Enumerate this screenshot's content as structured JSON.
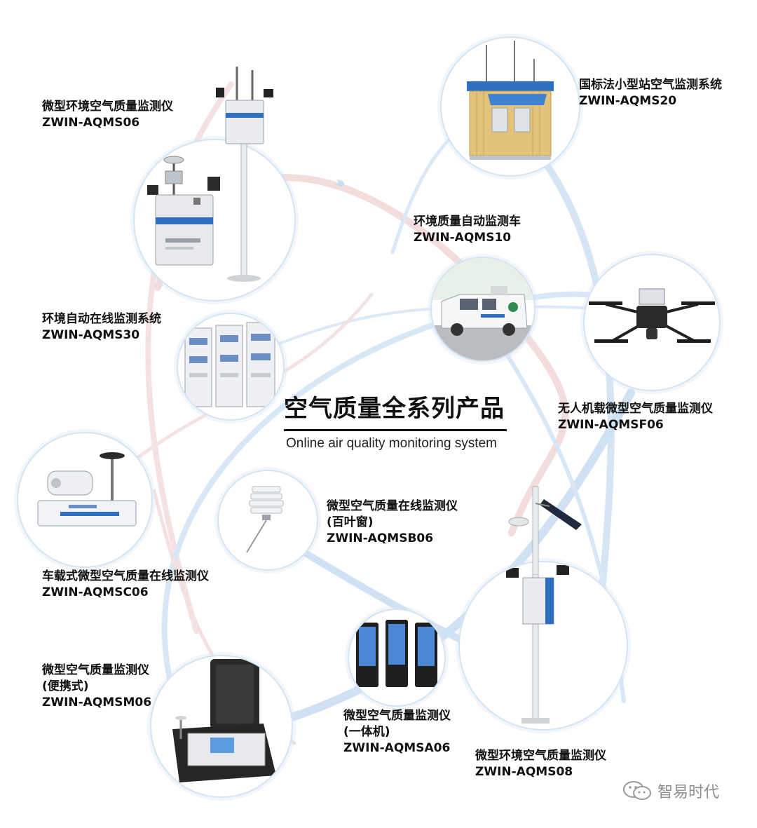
{
  "center": {
    "title": "空气质量全系列产品",
    "subtitle": "Online air quality monitoring system"
  },
  "products": [
    {
      "id": "aqms06",
      "name": "微型环境空气质量监测仪",
      "model": "ZWIN-AQMS06",
      "icon": "mini-station-pole-icon"
    },
    {
      "id": "aqms20",
      "name": "国标法小型站空气监测系统",
      "model": "ZWIN-AQMS20",
      "icon": "monitoring-cabin-icon"
    },
    {
      "id": "aqms10",
      "name": "环境质量自动监测车",
      "model": "ZWIN-AQMS10",
      "icon": "monitoring-van-icon"
    },
    {
      "id": "aqms30",
      "name": "环境自动在线监测系统",
      "model": "ZWIN-AQMS30",
      "icon": "server-cabinet-icon"
    },
    {
      "id": "aqmsf06",
      "name": "无人机载微型空气质量监测仪",
      "model": "ZWIN-AQMSF06",
      "icon": "drone-icon"
    },
    {
      "id": "aqmsb06",
      "name": "微型空气质量在线监测仪",
      "sub": "(百叶窗)",
      "model": "ZWIN-AQMSB06",
      "icon": "louver-shelter-icon"
    },
    {
      "id": "aqmsc06",
      "name": "车载式微型空气质量在线监测仪",
      "model": "ZWIN-AQMSC06",
      "icon": "vehicle-mounted-monitor-icon"
    },
    {
      "id": "aqmsm06",
      "name": "微型空气质量监测仪",
      "sub": "(便携式)",
      "model": "ZWIN-AQMSM06",
      "icon": "portable-case-icon"
    },
    {
      "id": "aqmsa06",
      "name": "微型空气质量监测仪",
      "sub": "(一体机)",
      "model": "ZWIN-AQMSA06",
      "icon": "kiosk-display-icon"
    },
    {
      "id": "aqms08",
      "name": "微型环境空气质量监测仪",
      "model": "ZWIN-AQMS08",
      "icon": "solar-pole-station-icon"
    }
  ],
  "watermark": {
    "text": "智易时代",
    "icon": "wechat-icon"
  },
  "colors": {
    "orbit_blue": "#cfe1f2",
    "orbit_pink": "#f2dcdc",
    "node_border": "#d4e4f3",
    "device_gray": "#d9dde2",
    "device_blue": "#2f6fc0",
    "cabin_yellow": "#e3c27a",
    "dark": "#1f1f1f"
  }
}
